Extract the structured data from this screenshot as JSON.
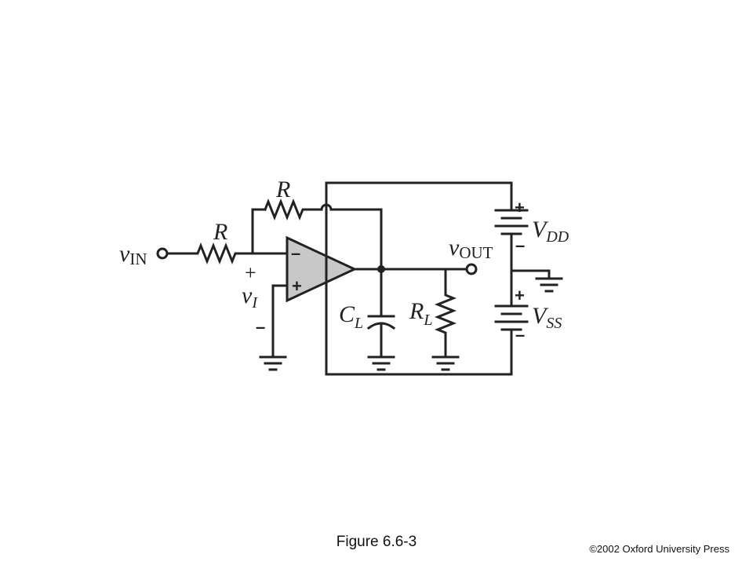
{
  "figure": {
    "caption": "Figure 6.6-3",
    "copyright": "©2002 Oxford University Press"
  },
  "labels": {
    "v_in_main": "v",
    "v_in_sub": "IN",
    "v_out_main": "v",
    "v_out_sub": "OUT",
    "r_feedback": "R",
    "r_input": "R",
    "c_load_main": "C",
    "c_load_sub": "L",
    "r_load_main": "R",
    "r_load_sub": "L",
    "vdd_main": "V",
    "vdd_sub": "DD",
    "vss_main": "V",
    "vss_sub": "SS",
    "v_i_main": "v",
    "v_i_sub": "I",
    "v_i_plus": "+",
    "v_i_minus": "–",
    "opamp_inverting": "–",
    "opamp_noninverting": "+",
    "vdd_plus": "+",
    "vdd_minus": "–",
    "vss_plus": "+",
    "vss_minus": "–"
  },
  "colors": {
    "wire": "#222222",
    "opamp_fill": "#c8c8c8"
  }
}
